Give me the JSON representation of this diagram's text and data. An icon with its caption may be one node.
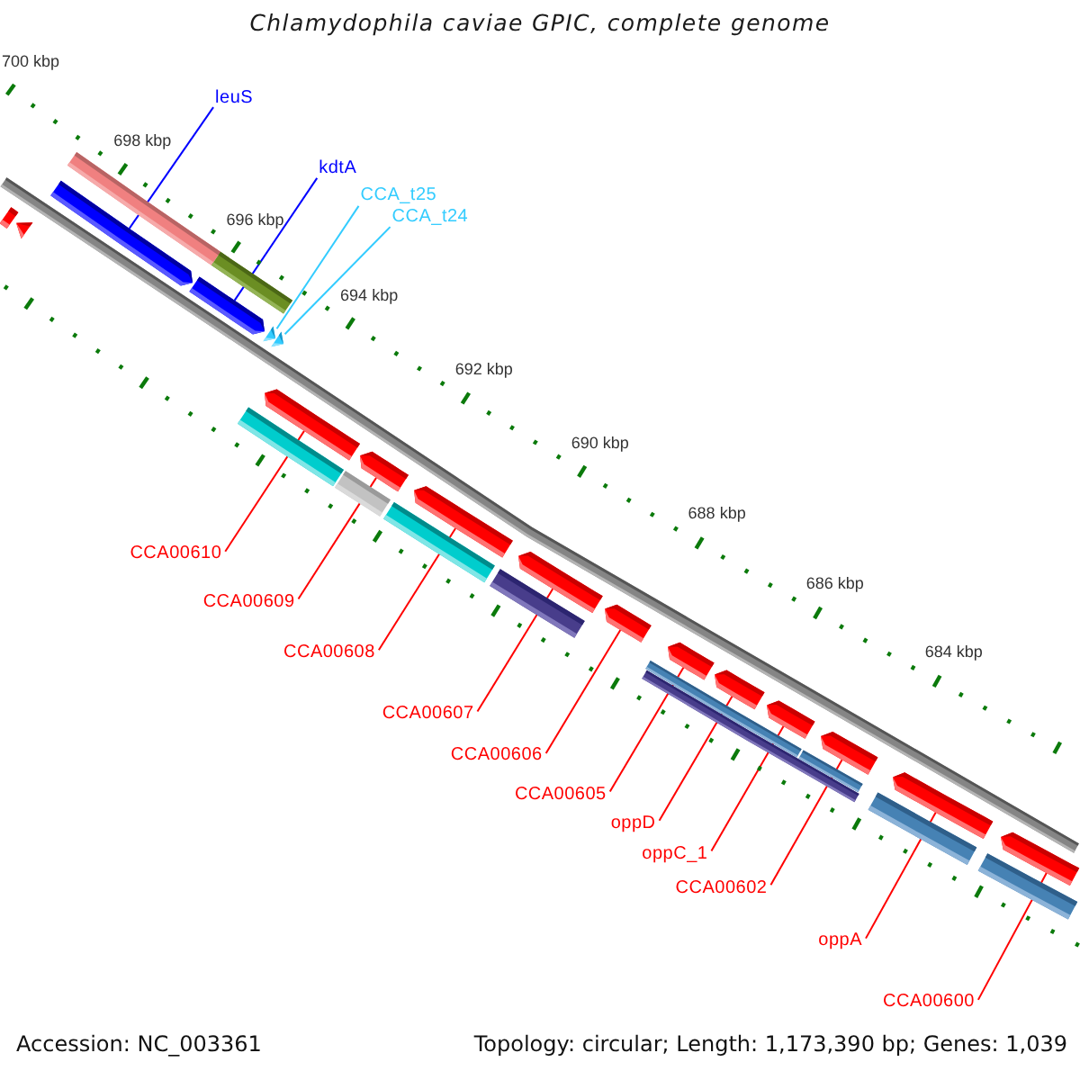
{
  "diagram": {
    "title": "Chlamydophila caviae GPIC, complete genome",
    "nodes": [
      {
        "text": [
          "leuS"
        ]
      },
      {
        "text": [
          "kdtA"
        ]
      },
      {
        "text": [
          "CCA_t25"
        ]
      },
      {
        "text": [
          "CCA_t24"
        ]
      },
      {
        "text": [
          "CCA00610"
        ]
      },
      {
        "text": [
          "CCA00609"
        ]
      },
      {
        "text": [
          "CCA00608"
        ]
      },
      {
        "text": [
          "CCA00607"
        ]
      },
      {
        "text": [
          "CCA00606"
        ]
      },
      {
        "text": [
          "CCA00605"
        ]
      },
      {
        "text": [
          "oppD"
        ]
      },
      {
        "text": [
          "oppC_1"
        ]
      },
      {
        "text": [
          "CCA00602"
        ]
      },
      {
        "text": [
          "oppA"
        ]
      },
      {
        "text": [
          "CCA00600"
        ]
      },
      {
        "text": [],
        "shape": "arrow"
      },
      {
        "text": [],
        "shape": "arrow"
      },
      {
        "text": [],
        "shape": "arrow"
      },
      {
        "text": [],
        "shape": "arrow"
      },
      {
        "text": [],
        "shape": "arrow"
      },
      {
        "text": [],
        "shape": "arrow"
      },
      {
        "text": [],
        "shape": "arrow"
      },
      {
        "text": [],
        "shape": "arrow"
      },
      {
        "text": [],
        "shape": "arrow"
      },
      {
        "text": [],
        "shape": "arrow"
      },
      {
        "text": [],
        "shape": "arrow"
      },
      {
        "text": [],
        "shape": "arrow"
      },
      {
        "text": [],
        "shape": "arrow"
      },
      {
        "text": [],
        "shape": "arrow"
      },
      {
        "text": [],
        "shape": "arrow"
      }
    ],
    "edges": [
      {
        "from": 0,
        "to": 15,
        "arrow": "none",
        "color": "#0000ff"
      },
      {
        "from": 1,
        "to": 16,
        "arrow": "none",
        "color": "#0000ff"
      },
      {
        "from": 2,
        "to": 17,
        "arrow": "none",
        "color": "#33ccff"
      },
      {
        "from": 3,
        "to": 18,
        "arrow": "none",
        "color": "#33ccff"
      },
      {
        "from": 4,
        "to": 19,
        "arrow": "none"
      },
      {
        "from": 5,
        "to": 20,
        "arrow": "none"
      },
      {
        "from": 6,
        "to": 21,
        "arrow": "none"
      },
      {
        "from": 7,
        "to": 22,
        "arrow": "none"
      },
      {
        "from": 8,
        "to": 23,
        "arrow": "none"
      },
      {
        "from": 9,
        "to": 24,
        "arrow": "none"
      },
      {
        "from": 10,
        "to": 25,
        "arrow": "none"
      },
      {
        "from": 11,
        "to": 26,
        "arrow": "none"
      },
      {
        "from": 12,
        "to": 27,
        "arrow": "none"
      },
      {
        "from": 13,
        "to": 28,
        "arrow": "none"
      },
      {
        "from": 14,
        "to": 29,
        "arrow": "none"
      }
    ],
    "labels": [
      "700 kbp",
      "698 kbp",
      "696 kbp",
      "694 kbp",
      "692 kbp",
      "690 kbp",
      "688 kbp",
      "686 kbp",
      "684 kbp",
      "Accession: NC_003361",
      "Topology: circular; Length: 1,173,390 bp; Genes: 1,039"
    ]
  }
}
